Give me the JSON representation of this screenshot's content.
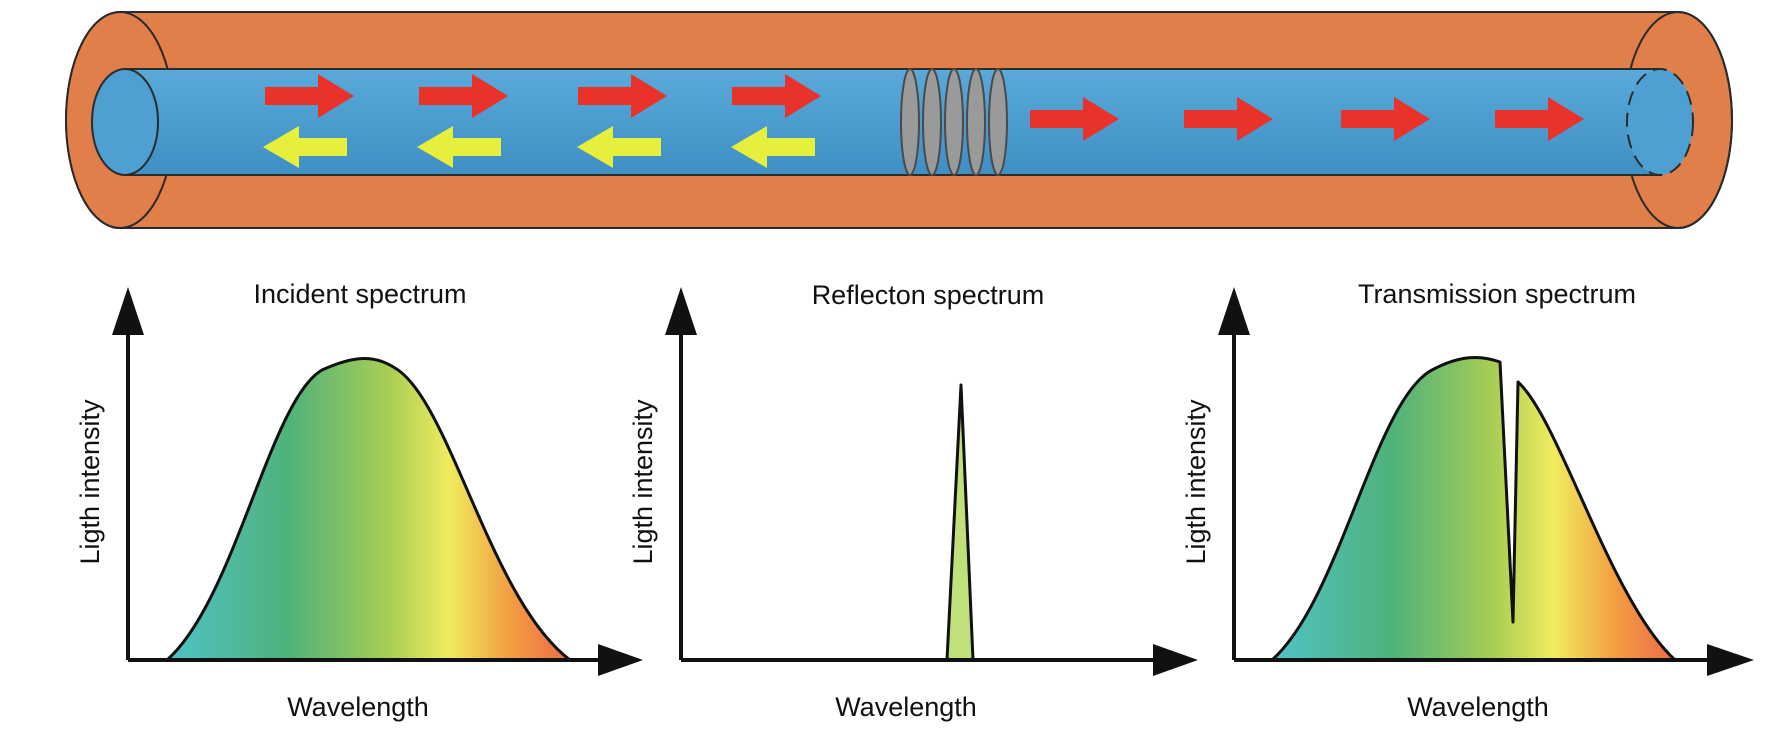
{
  "colors": {
    "cladding": "#e07f4a",
    "core": "#4e9fd2",
    "forward_arrow": "#e8322a",
    "backward_arrow": "#e6ef3c",
    "grating": "#9a9a9a",
    "axis": "#111111",
    "spectrum_gradient": [
      "#4ec3c7",
      "#4fb27a",
      "#a8cd55",
      "#f0ec5e",
      "#f39e43",
      "#ec6b45"
    ],
    "reflection_fill": "#bfe07a"
  },
  "icons": {
    "forward": "arrow-right-icon",
    "backward": "arrow-left-icon"
  },
  "panels": [
    {
      "title": "Incident spectrum",
      "ylabel": "Ligth intensity",
      "xlabel": "Wavelength"
    },
    {
      "title": "Reflecton spectrum",
      "ylabel": "Ligth intensity",
      "xlabel": "Wavelength"
    },
    {
      "title": "Transmission spectrum",
      "ylabel": "Ligth intensity",
      "xlabel": "Wavelength"
    }
  ]
}
